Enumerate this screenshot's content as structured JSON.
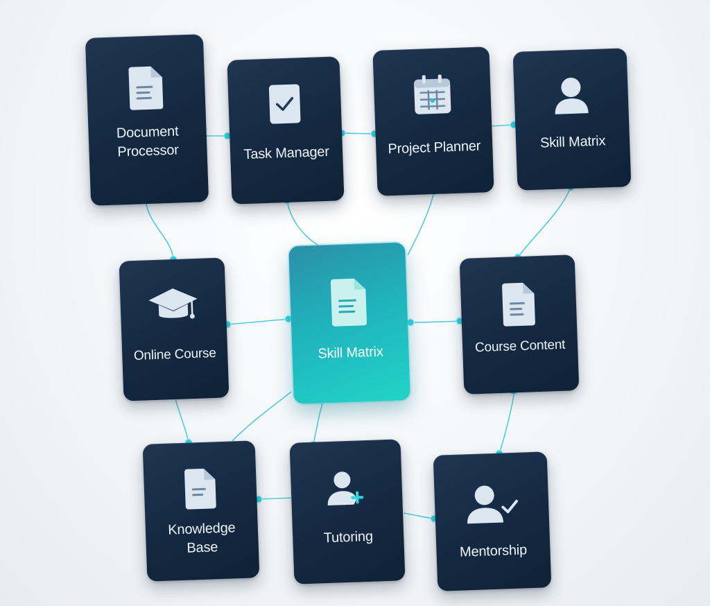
{
  "nodes": [
    {
      "label": "Document\nProcessor",
      "icon": "document-icon"
    },
    {
      "label": "Task Manager",
      "icon": "checkbox-icon"
    },
    {
      "label": "Project Planner",
      "icon": "calendar-icon"
    },
    {
      "label": "Skill Matrix",
      "icon": "user-icon"
    },
    {
      "label": "Online Course",
      "icon": "graduation-cap-icon"
    },
    {
      "label": "Skill Matrix",
      "icon": "document-icon",
      "highlight": true
    },
    {
      "label": "Course Content",
      "icon": "document-icon"
    },
    {
      "label": "Knowledge\nBase",
      "icon": "document-icon"
    },
    {
      "label": "Tutoring",
      "icon": "user-plus-icon"
    },
    {
      "label": "Mentorship",
      "icon": "user-check-icon"
    }
  ],
  "colors": {
    "card": "#142941",
    "highlight": "#22d4c7",
    "connector": "#3fc9d6"
  }
}
